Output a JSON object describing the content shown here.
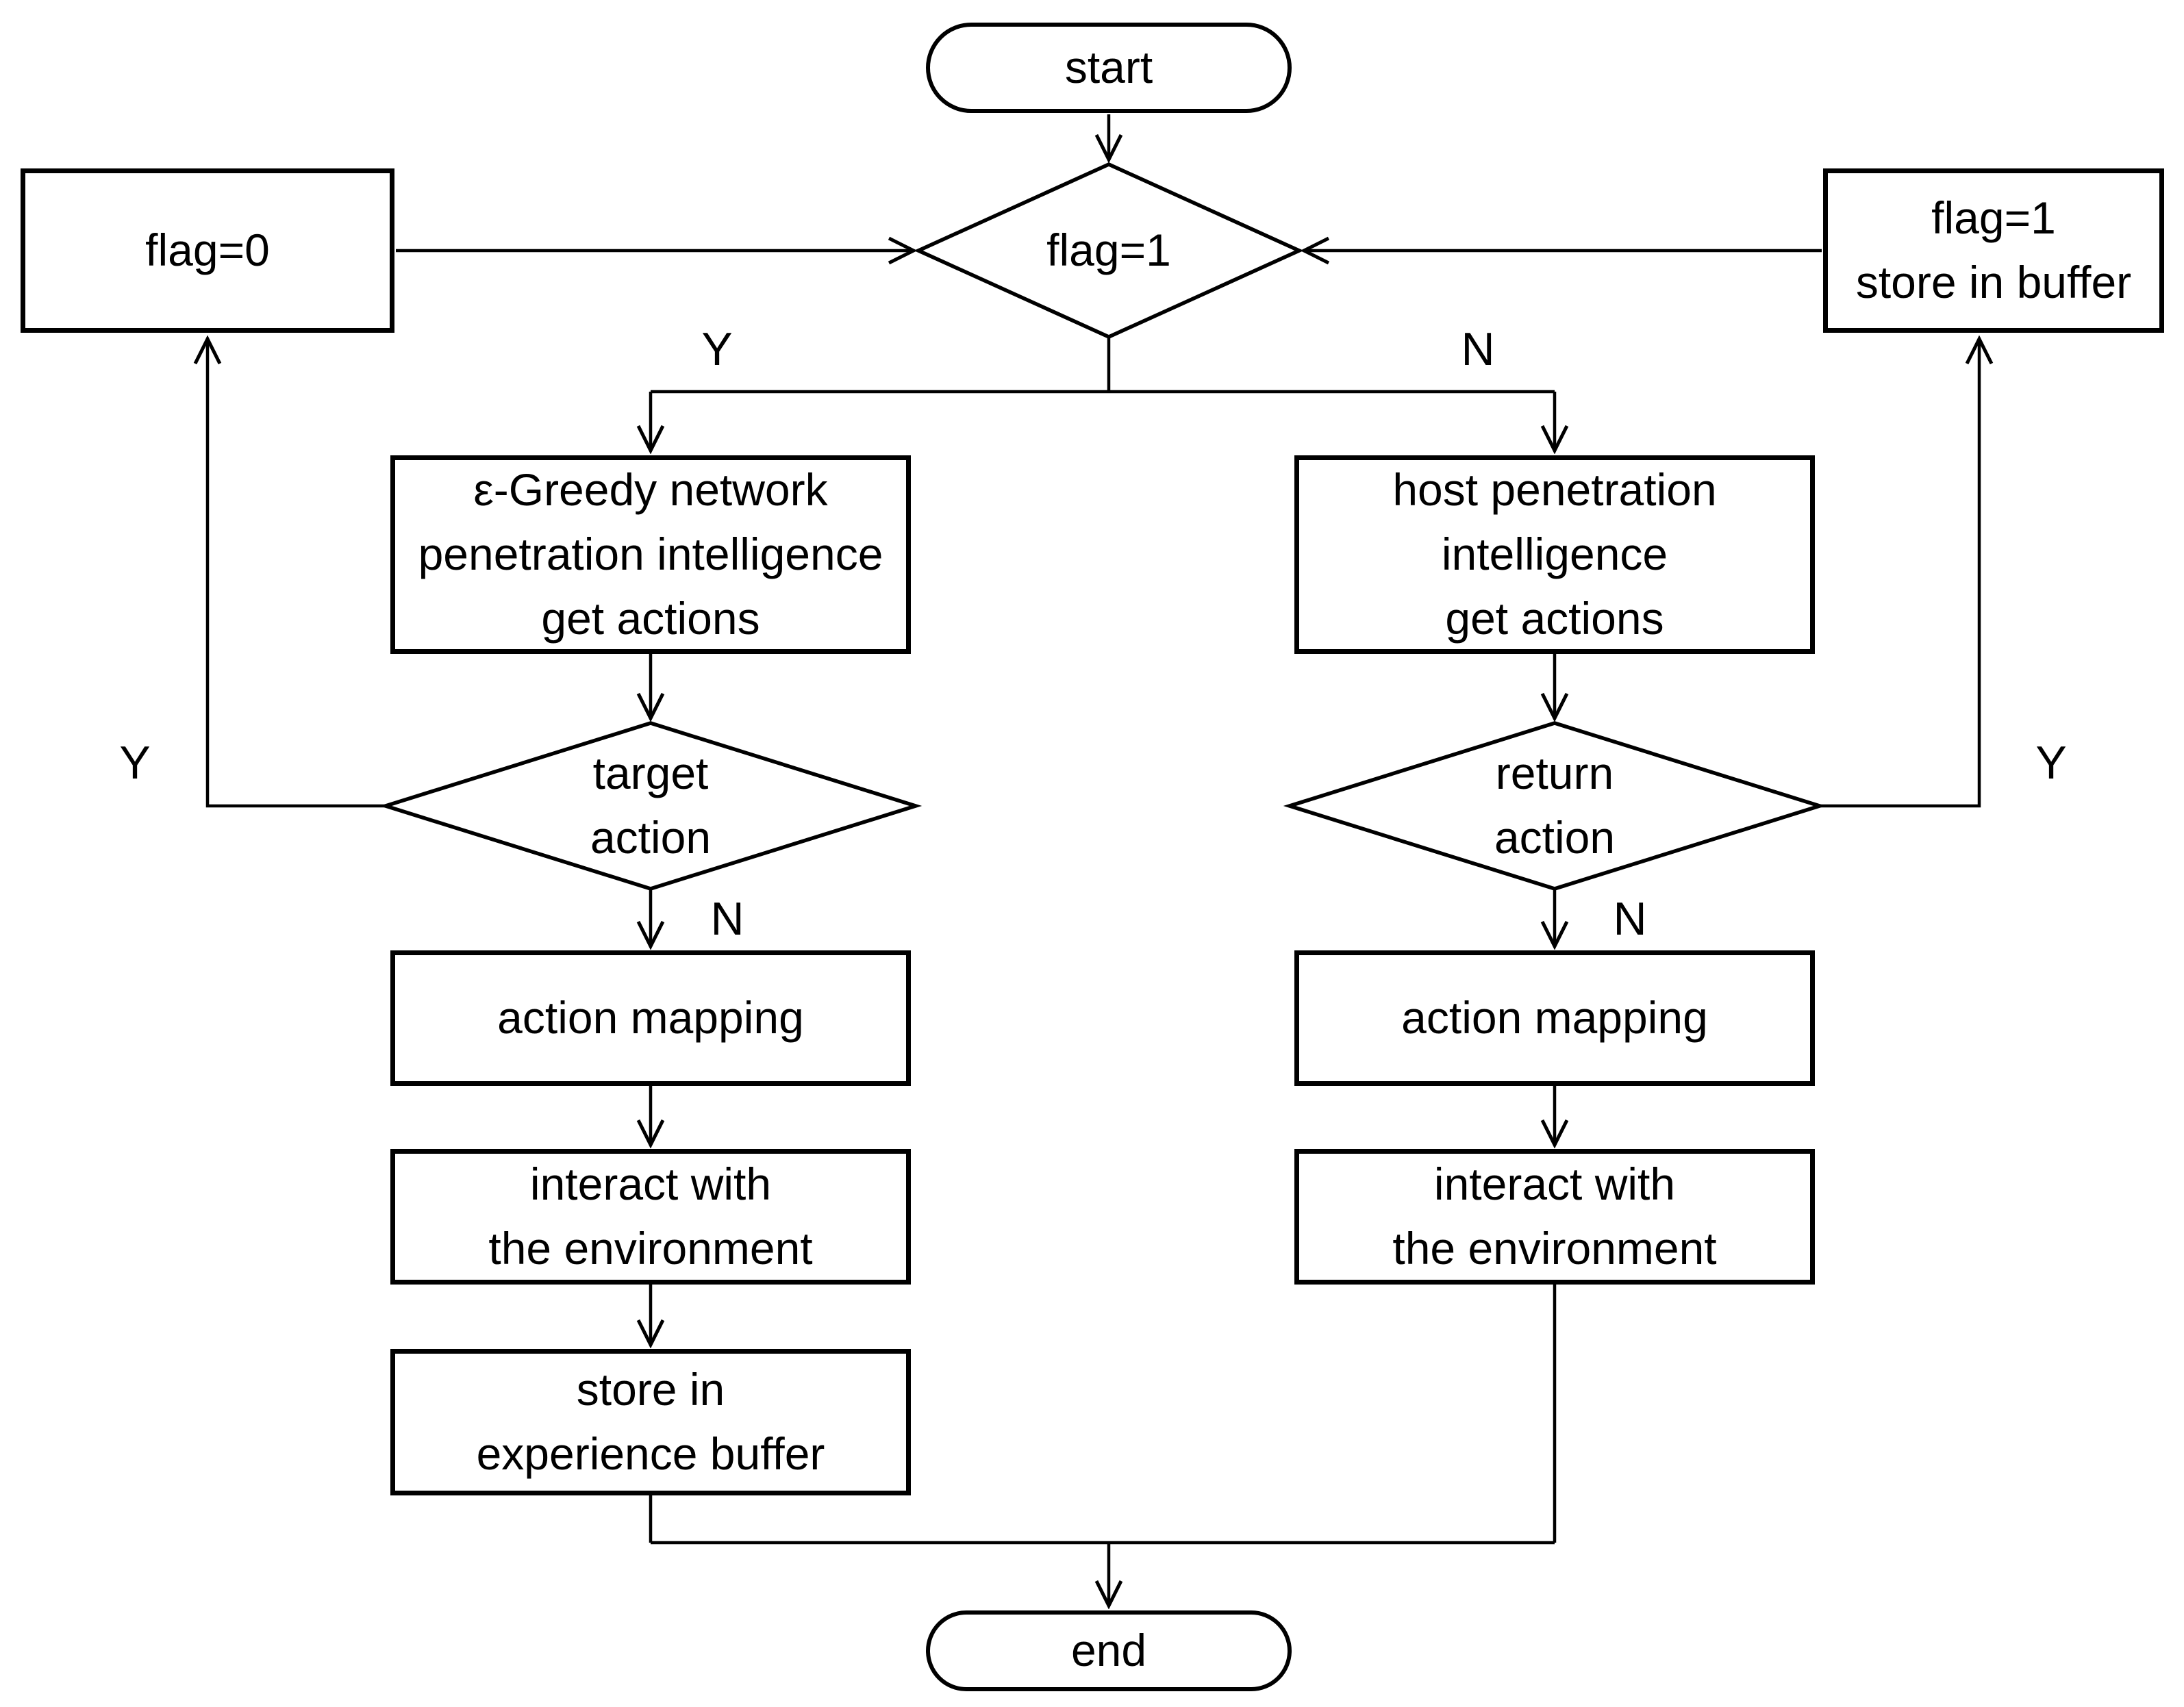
{
  "diagram": {
    "type": "flowchart",
    "colors": {
      "stroke": "#000000",
      "background": "#ffffff",
      "text": "#000000"
    },
    "nodes": {
      "start": {
        "label": "start",
        "shape": "terminator"
      },
      "flag_decision": {
        "label": "flag=1",
        "shape": "decision"
      },
      "flag0": {
        "label": "flag=0",
        "shape": "process"
      },
      "flag1_store_buffer": {
        "label": "flag=1\nstore in buffer",
        "shape": "process"
      },
      "egreedy_get_actions": {
        "label": "ε-Greedy network\npenetration intelligence\nget actions",
        "shape": "process"
      },
      "host_get_actions": {
        "label": "host penetration\nintelligence\nget actions",
        "shape": "process"
      },
      "target_action": {
        "label": "target\naction",
        "shape": "decision"
      },
      "return_action": {
        "label": "return\naction",
        "shape": "decision"
      },
      "action_mapping_left": {
        "label": "action mapping",
        "shape": "process"
      },
      "action_mapping_right": {
        "label": "action mapping",
        "shape": "process"
      },
      "interact_left": {
        "label": "interact with\nthe environment",
        "shape": "process"
      },
      "interact_right": {
        "label": "interact with\nthe environment",
        "shape": "process"
      },
      "store_experience": {
        "label": "store in\nexperience buffer",
        "shape": "process"
      },
      "end": {
        "label": "end",
        "shape": "terminator"
      }
    },
    "edge_labels": {
      "flag_yes": "Y",
      "flag_no": "N",
      "target_yes": "Y",
      "target_no": "N",
      "return_yes": "Y",
      "return_no": "N"
    }
  }
}
